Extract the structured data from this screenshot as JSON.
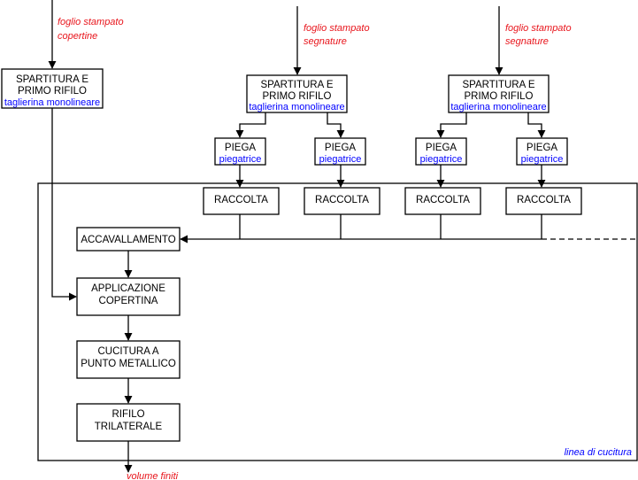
{
  "boxes": {
    "spartitura_cover": {
      "line1": "SPARTITURA E",
      "line2": "PRIMO RIFILO",
      "machine": "taglierina monolineare"
    },
    "spartitura_2": {
      "line1": "SPARTITURA E",
      "line2": "PRIMO RIFILO",
      "machine": "taglierina monolineare"
    },
    "spartitura_3": {
      "line1": "SPARTITURA E",
      "line2": "PRIMO RIFILO",
      "machine": "taglierina monolineare"
    },
    "piega": [
      {
        "label": "PIEGA",
        "machine": "piegatrice"
      },
      {
        "label": "PIEGA",
        "machine": "piegatrice"
      },
      {
        "label": "PIEGA",
        "machine": "piegatrice"
      },
      {
        "label": "PIEGA",
        "machine": "piegatrice"
      }
    ],
    "raccolta": [
      "RACCOLTA",
      "RACCOLTA",
      "RACCOLTA",
      "RACCOLTA"
    ],
    "accavallamento": "ACCAVALLAMENTO",
    "applicazione": {
      "line1": "APPLICAZIONE",
      "line2": "COPERTINA"
    },
    "cucitura": {
      "line1": "CUCITURA A",
      "line2": "PUNTO METALLICO"
    },
    "rifilo": {
      "line1": "RIFILO",
      "line2": "TRILATERALE"
    }
  },
  "notes": {
    "cover_input": {
      "line1": "foglio stampato",
      "line2": "copertine"
    },
    "sig_input_1": {
      "line1": "foglio stampato",
      "line2": "segnature"
    },
    "sig_input_2": {
      "line1": "foglio stampato",
      "line2": "segnature"
    },
    "output": "volume finiti"
  },
  "frame_label": "linea di cucitura",
  "colors": {
    "box_border": "#000000",
    "machine_text": "#0000ff",
    "note_text": "#e8141b"
  }
}
